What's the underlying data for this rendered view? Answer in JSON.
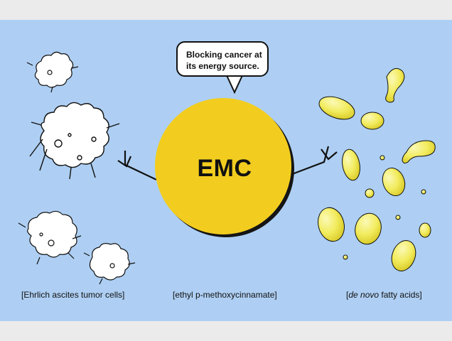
{
  "speech_bubble": {
    "text": "Blocking cancer at its energy source."
  },
  "center": {
    "label": "EMC"
  },
  "captions": {
    "cells": "[Ehrlich ascites tumor cells]",
    "emc": "[ethyl p-methoxycinnamate]",
    "acids_prefix": "[",
    "acids_italic": "de novo",
    "acids_suffix": " fatty acids]"
  },
  "colors": {
    "background": "#aecff3",
    "frame": "#ebebeb",
    "emc_circle": "#f2cd1f",
    "fatty_acid": "#f3ee6a",
    "tumor_cell": "#ffffff"
  }
}
